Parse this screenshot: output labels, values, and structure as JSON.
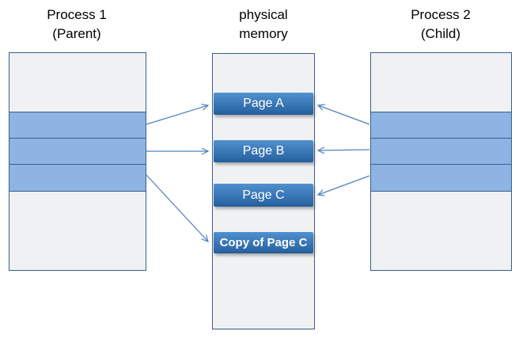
{
  "titles": {
    "parent": {
      "line1": "Process 1",
      "line2": "(Parent)"
    },
    "memory": {
      "line1": "physical",
      "line2": "memory"
    },
    "child": {
      "line1": "Process 2",
      "line2": "(Child)"
    }
  },
  "memory_pages": [
    {
      "label": "Page A"
    },
    {
      "label": "Page B"
    },
    {
      "label": "Page C"
    },
    {
      "label": "Copy of Page C"
    }
  ],
  "arrows": [
    {
      "from": "parent-shared-band-1",
      "to": "page-a"
    },
    {
      "from": "parent-shared-band-2",
      "to": "page-b"
    },
    {
      "from": "parent-shared-band-3",
      "to": "copy-of-page-c"
    },
    {
      "from": "child-shared-band-1",
      "to": "page-a"
    },
    {
      "from": "child-shared-band-2",
      "to": "page-b"
    },
    {
      "from": "child-shared-band-3",
      "to": "page-c"
    }
  ],
  "colors": {
    "page_box_gradient_top": "#5191cf",
    "page_box_gradient_bottom": "#245c97",
    "shared_band_blue": "#8db4e2",
    "box_border_blue": "#365f91",
    "segment_gray": "#f0f1f2",
    "arrow_blue": "#4f81bd",
    "page_label_text": "#ffffff",
    "title_text": "#000000"
  }
}
